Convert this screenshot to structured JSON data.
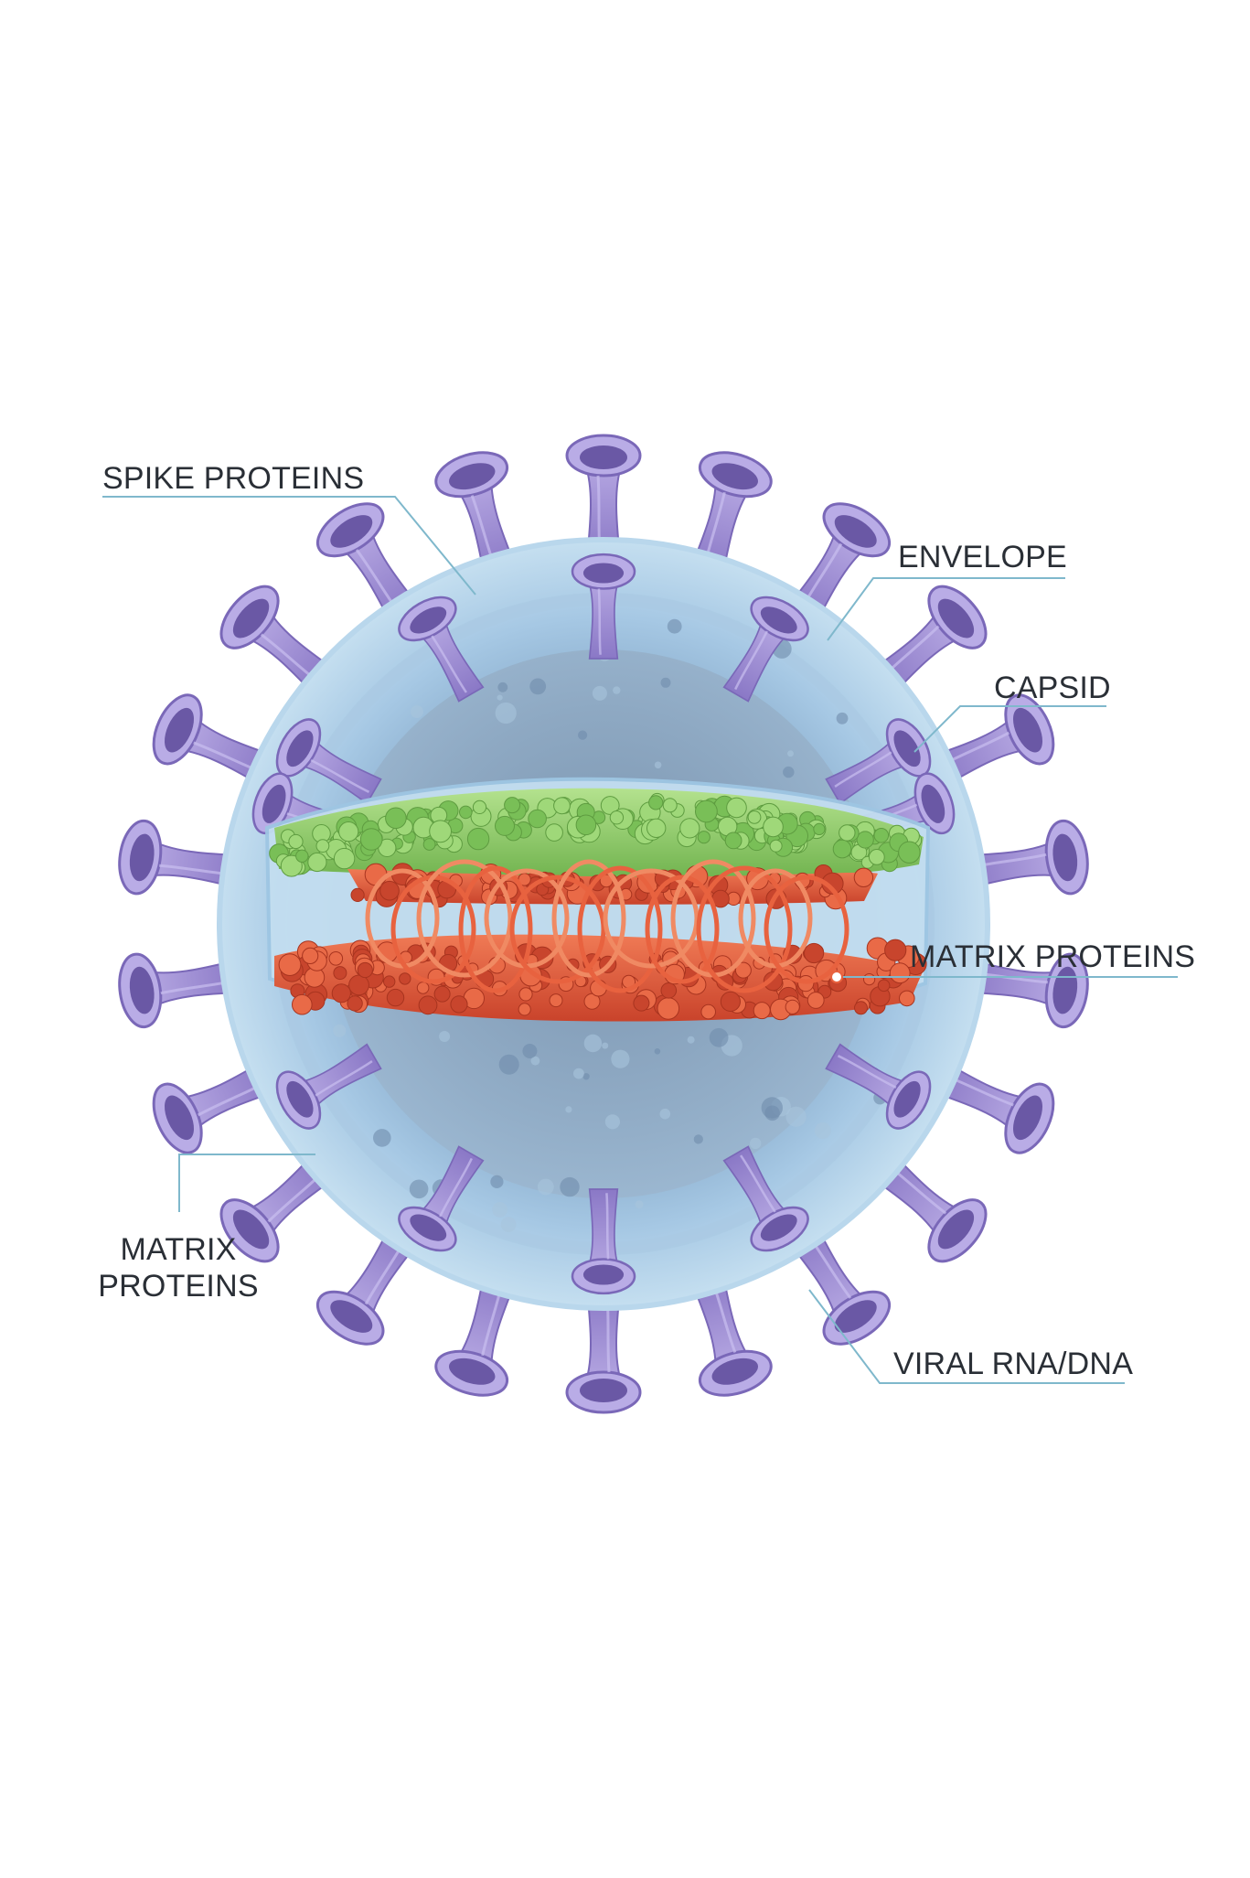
{
  "labels": {
    "spike_proteins": "SPIKE PROTEINS",
    "envelope": "ENVELOPE",
    "capsid": "CAPSID",
    "matrix_proteins_right": "MATRIX PROTEINS",
    "matrix_proteins_left_line1": "MATRIX",
    "matrix_proteins_left_line2": "PROTEINS",
    "viral_rna_dna": "VIRAL RNA/DNA"
  },
  "colors": {
    "background": "#ffffff",
    "envelope_outer": "#aecfe8",
    "envelope_inner": "#7fa9c8",
    "core": "#8aa8c4",
    "spike": "#9b8ad0",
    "spike_dark": "#6f5ea8",
    "capsid_green": "#8fcf6a",
    "matrix_red": "#d9543a",
    "rna_red": "#e8623f",
    "leader_line": "#7fb8cc",
    "label_text": "#2a2f36"
  }
}
